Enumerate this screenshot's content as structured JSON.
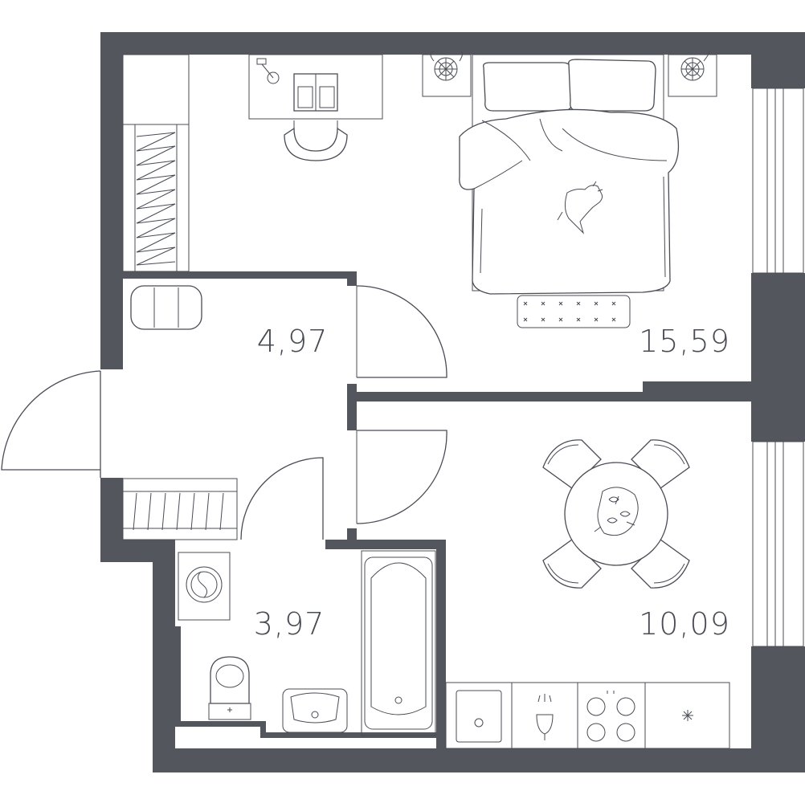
{
  "rooms": [
    {
      "id": "bedroom",
      "area": "15,59"
    },
    {
      "id": "hallway",
      "area": "4,97"
    },
    {
      "id": "bathroom",
      "area": "3,97"
    },
    {
      "id": "kitchen",
      "area": "10,09"
    }
  ],
  "colors": {
    "wall": "#54565e",
    "line": "#4a4c55",
    "background": "#ffffff"
  },
  "icons": [
    "bed-icon",
    "dog-icon",
    "nightstand-fan-icon",
    "desk-icon",
    "office-chair-icon",
    "wardrobe-icon",
    "pouf-icon",
    "rug-icon",
    "dining-table-icon",
    "dining-chair-icon",
    "bathtub-icon",
    "washing-machine-icon",
    "toilet-icon",
    "washbasin-icon",
    "kitchen-sink-icon",
    "cooktop-icon",
    "snowflake-icon",
    "door-swing-icon",
    "window-icon"
  ]
}
